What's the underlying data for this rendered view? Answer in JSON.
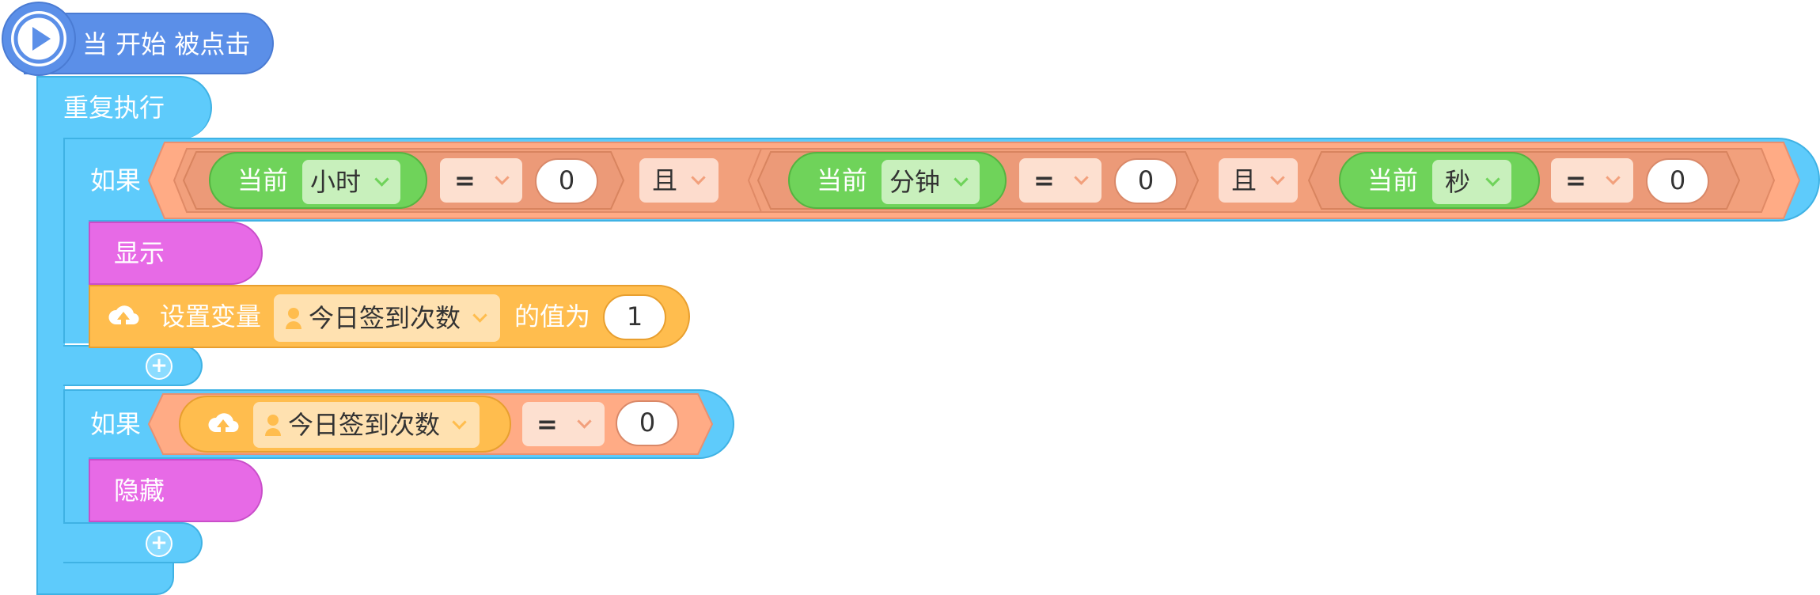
{
  "hat": {
    "label": "当 开始 被点击"
  },
  "loop": {
    "label": "重复执行"
  },
  "if1": {
    "label": "如果",
    "sensor1": {
      "current": "当前",
      "unit": "小时",
      "op": "=",
      "value": "0"
    },
    "and1": "且",
    "sensor2": {
      "current": "当前",
      "unit": "分钟",
      "op": "=",
      "value": "0"
    },
    "and2": "且",
    "sensor3": {
      "current": "当前",
      "unit": "秒",
      "op": "=",
      "value": "0"
    }
  },
  "show": {
    "label": "显示"
  },
  "setvar": {
    "prefix": "设置变量",
    "variable": "今日签到次数",
    "suffix": "的值为",
    "value": "1"
  },
  "if2": {
    "label": "如果",
    "variable": "今日签到次数",
    "op": "=",
    "value": "0"
  },
  "hide": {
    "label": "隐藏"
  },
  "colors": {
    "control": "#5ecbfb",
    "events": "#5b8fe8",
    "operators": "#ffab85",
    "sensing": "#6fd35a",
    "looks": "#e76ae6",
    "variables": "#ffbd4e"
  }
}
